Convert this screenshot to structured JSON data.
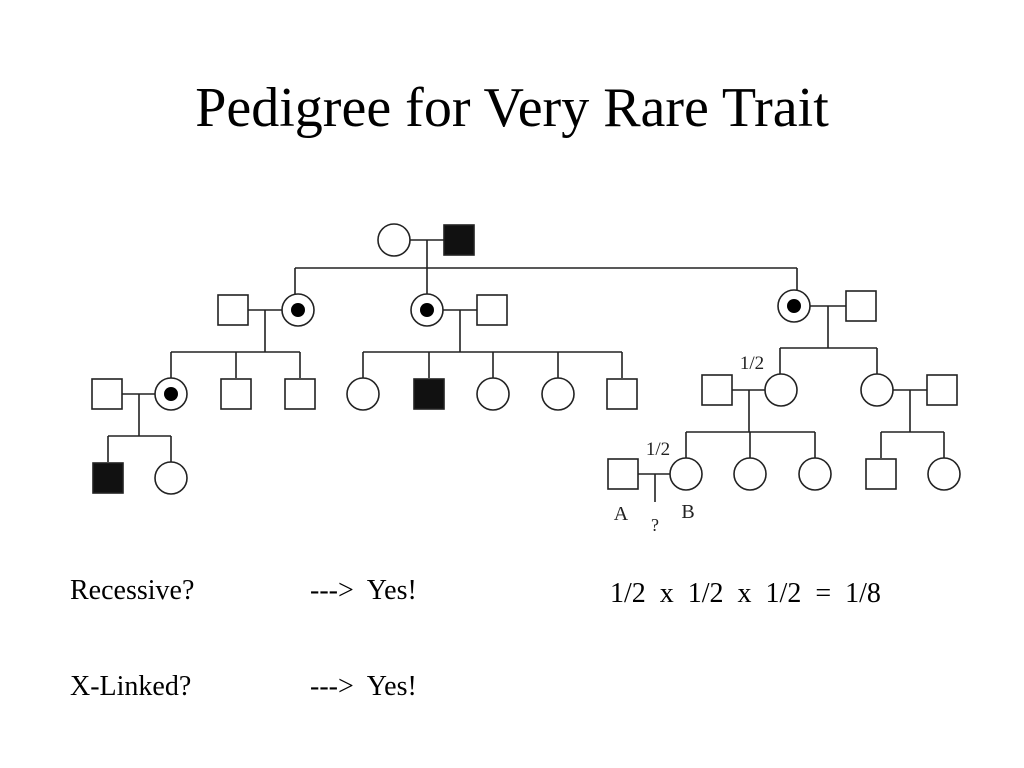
{
  "slide": {
    "title": "Pedigree for Very Rare Trait"
  },
  "pedigree": {
    "labels": {
      "prob_mother": "1/2",
      "prob_b": "1/2",
      "individual_a": "A",
      "individual_b": "B",
      "unknown_child": "?"
    }
  },
  "questions": [
    {
      "question": "Recessive?",
      "answer": "--->  Yes!"
    },
    {
      "question": "X-Linked?",
      "answer": "--->  Yes!"
    }
  ],
  "calculation": "1/2  x  1/2  x  1/2  =  1/8"
}
